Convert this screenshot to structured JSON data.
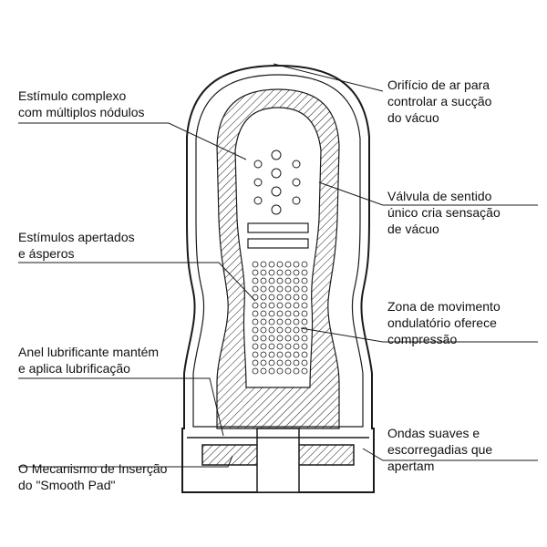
{
  "labels": {
    "air_hole": [
      "Orifício de ar para",
      "controlar a sucção",
      "do vácuo"
    ],
    "valve": [
      "Válvula de sentido",
      "único cria sensação",
      "de vácuo"
    ],
    "wave_zone": [
      "Zona de movimento",
      "ondulatório oferece",
      "compressão"
    ],
    "soft_waves": [
      "Ondas suaves e",
      "escorregadias que",
      "apertam"
    ],
    "complex_stim": [
      "Estímulo complexo",
      "com múltiplos nódulos"
    ],
    "tight_stim": [
      "Estímulos apertados",
      "e ásperos"
    ],
    "lube_ring": [
      "Anel lubrificante mantém",
      "e aplica lubrificação"
    ],
    "insertion": [
      "O Mecanismo de Inserção",
      "do \"Smooth Pad\""
    ]
  },
  "colors": {
    "line": "#1a1a1a",
    "background": "#ffffff"
  }
}
